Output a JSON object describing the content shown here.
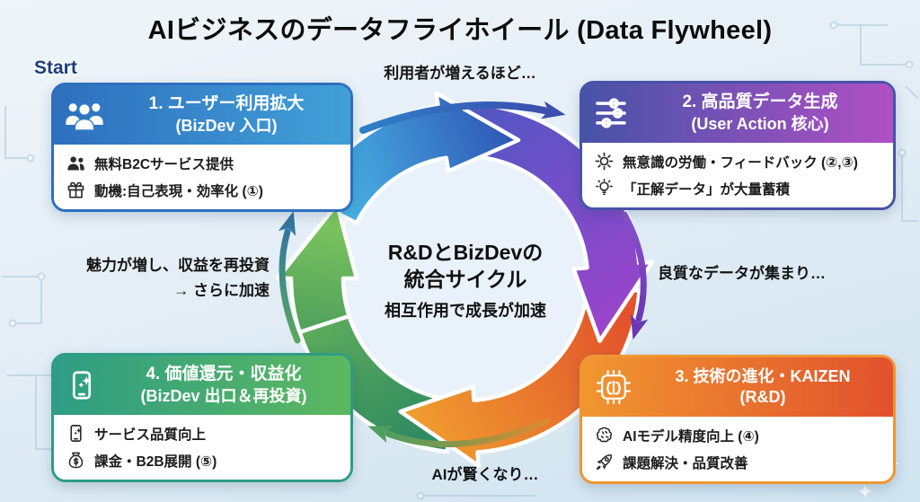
{
  "title": "AIビジネスのデータフライホイール (Data Flywheel)",
  "start_label": "Start",
  "center": {
    "line1": "R&DとBizDevの",
    "line2": "統合サイクル",
    "line3": "相互作用で成長が加速"
  },
  "edge_labels": {
    "top": "利用者が増えるほど…",
    "right": "良質なデータが集まり…",
    "bottom": "AIが賢くなり…",
    "left_line1": "魅力が増し、収益を再投資",
    "left_line2": "→ さらに加速"
  },
  "boxes": [
    {
      "title_line1": "1. ユーザー利用拡大",
      "title_line2": "(BizDev 入口)",
      "header_icon": "users-group-icon",
      "color_start": "#2e6fbe",
      "color_end": "#41a0d8",
      "items": [
        {
          "icon": "users-icon",
          "text": "無料B2Cサービス提供"
        },
        {
          "icon": "gift-icon",
          "text": "動機:自己表現・効率化 (①)"
        }
      ]
    },
    {
      "title_line1": "2. 高品質データ生成",
      "title_line2": "(User Action 核心)",
      "header_icon": "sliders-icon",
      "color_start": "#4753a8",
      "color_end": "#b04fc4",
      "items": [
        {
          "icon": "gear-icon",
          "text": "無意識の労働・フィードバック (②,③)"
        },
        {
          "icon": "bulb-icon",
          "text": "「正解データ」が大量蓄積"
        }
      ]
    },
    {
      "title_line1": "3. 技術の進化・KAIZEN",
      "title_line2": "(R&D)",
      "header_icon": "chip-brain-icon",
      "color_start": "#f09630",
      "color_end": "#e2512d",
      "items": [
        {
          "icon": "brain-icon",
          "text": "AIモデル精度向上 (④)"
        },
        {
          "icon": "rocket-icon",
          "text": "課題解決・品質改善"
        }
      ]
    },
    {
      "title_line1": "4. 価値還元・収益化",
      "title_line2": "(BizDev 出口＆再投資)",
      "header_icon": "phone-sparkle-icon",
      "color_start": "#2e9d85",
      "color_end": "#5cb85f",
      "items": [
        {
          "icon": "phone-sparkle-icon",
          "text": "サービス品質向上"
        },
        {
          "icon": "money-bag-icon",
          "text": "課金・B2B展開 (⑤)"
        }
      ]
    }
  ],
  "colors": {
    "background_top": "#eff5fa",
    "background_bottom": "#cfe3f0",
    "title_text": "#0c0c0c",
    "start_text": "#1c3e7c",
    "flywheel": {
      "green": [
        "#2e8a60",
        "#7ac05a"
      ],
      "orange": [
        "#e2522c",
        "#f09e2e"
      ],
      "purple": [
        "#5456c4",
        "#9c44cc"
      ],
      "blue": [
        "#49b7e6",
        "#2e55b4"
      ],
      "green_head": [
        "#53a35c",
        "#83ca5e"
      ]
    },
    "thin_arrows": {
      "top": [
        "#2e7fc8",
        "#3b4fae"
      ],
      "right": [
        "#8a52cc",
        "#6a38b2"
      ],
      "bottom": [
        "#de8a2e",
        "#4e9e5f"
      ],
      "left": [
        "#5aa85e",
        "#35779e"
      ]
    }
  }
}
